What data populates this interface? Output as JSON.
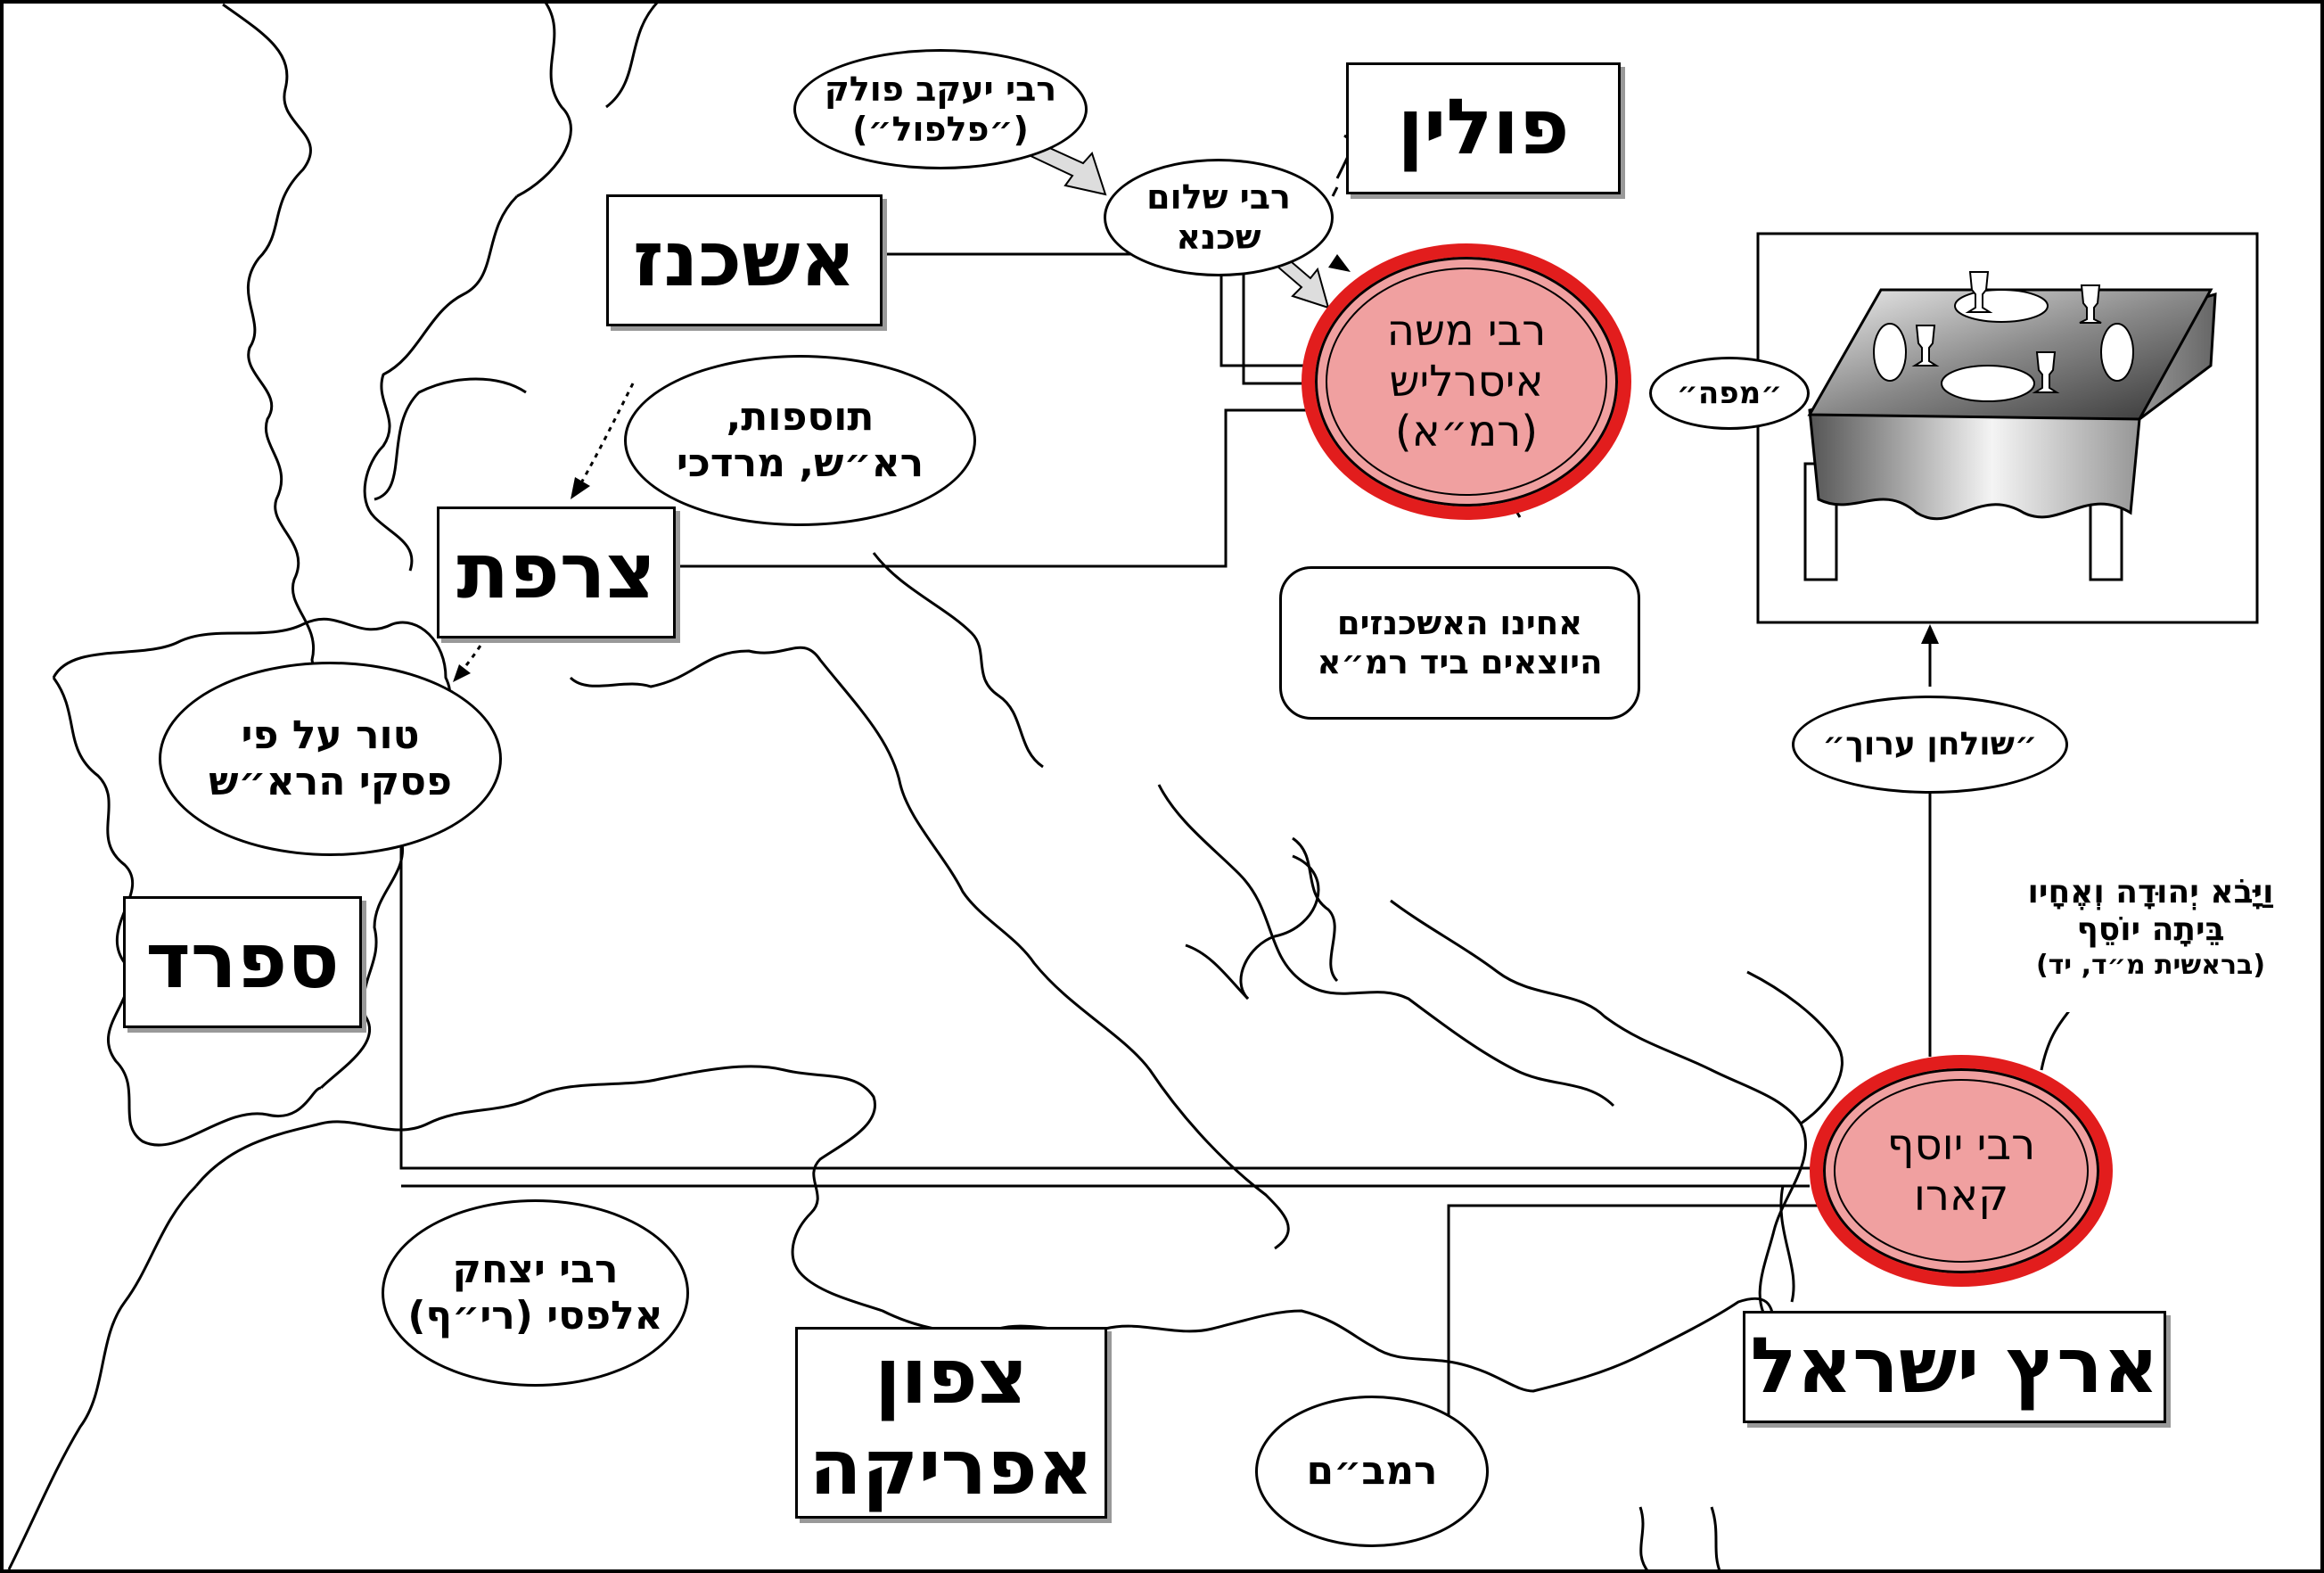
{
  "regions": {
    "poland": "פולין",
    "ashkenaz": "אשכנז",
    "tzarfat": "צרפת",
    "sefarad": "ספרד",
    "eretz_israel": "ארץ ישראל",
    "north_africa_line1": "צפון",
    "north_africa_line2": "אפריקה"
  },
  "people": {
    "rabbi_yaakov_polak_line1": "רבי יעקב פולק",
    "rabbi_yaakov_polak_line2": "(״פלפול״)",
    "rabbi_shalom_shachna_line1": "רבי שלום",
    "rabbi_shalom_shachna_line2": "שכנא",
    "rama_line1": "רבי משה",
    "rama_line2": "איסרליש",
    "rama_line3": "(רמ״א)",
    "karo_line1": "רבי יוסף",
    "karo_line2": "קארו",
    "tosafot_line1": "תוספות,",
    "tosafot_line2": "רא״ש, מרדכי",
    "tur_line1": "טור על פי",
    "tur_line2": "פסקי הרא״ש",
    "rif_line1": "רבי יצחק",
    "rif_line2": "אלפסי (רי״ף)",
    "rambam": "רמב״ם"
  },
  "books": {
    "mapa": "״מפה״",
    "shulchan_aruch": "״שולחן ערוך״"
  },
  "callouts": {
    "ashkenazim_line1": "אחינו האשכנזים",
    "ashkenazim_line2": "היוצאים ביד רמ״א",
    "verse_line1": "וַיָּבֹא יְהוּדָה וְאֶחָיו",
    "verse_line2": "בֵּיתָה יוֹסֵף",
    "verse_line3": "(בראשית מ״ד, יד)"
  },
  "colors": {
    "highlight_ring": "#e21d1d",
    "highlight_fill": "#f0a0a0",
    "shadow": "#999999"
  }
}
